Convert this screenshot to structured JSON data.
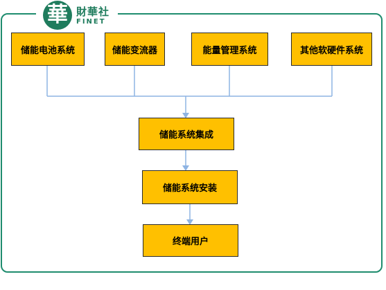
{
  "logo": {
    "emblem_char": "華",
    "name_cn": "財華社",
    "name_en": "FINET"
  },
  "diagram": {
    "top_boxes": [
      {
        "label": "储能电池系统"
      },
      {
        "label": "储能变流器"
      },
      {
        "label": "能量管理系统"
      },
      {
        "label": "其他软硬件系统"
      }
    ],
    "integration": {
      "label": "储能系统集成"
    },
    "installation": {
      "label": "储能系统安装"
    },
    "end_user": {
      "label": "终端用户"
    }
  },
  "colors": {
    "box_fill": "#ffc000",
    "frame_border": "#1e8c6e",
    "connector": "#8eb4e3",
    "brand_green": "#1f7c5d"
  }
}
